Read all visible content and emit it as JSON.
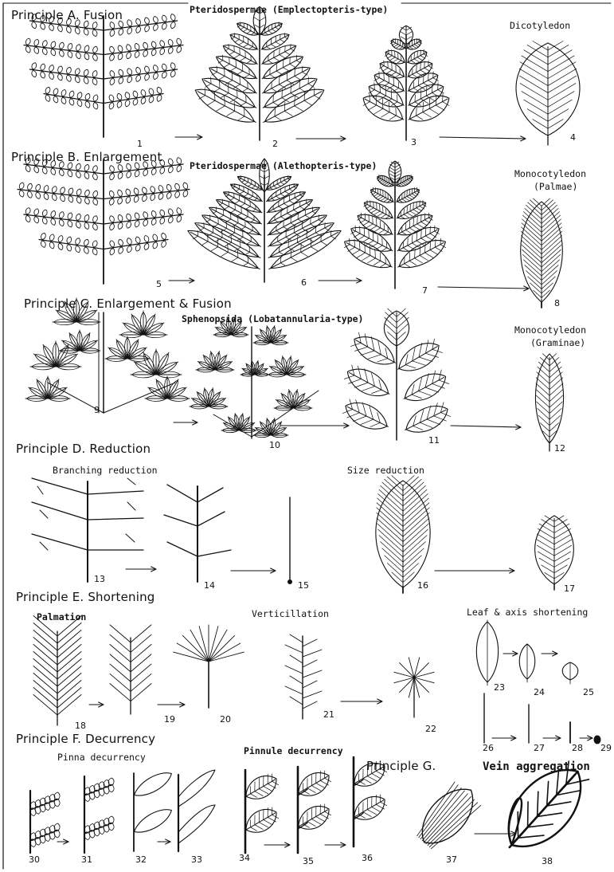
{
  "principles": {
    "A": "Principle A. Fusion",
    "B": "Principle B. Enlargement",
    "C": "Principle C. Enlargement & Fusion",
    "D": "Principle D. Reduction",
    "E": "Principle E. Shortening",
    "F": "Principle F. Decurrency",
    "G_prefix": "Principle G.",
    "G_suffix": "Vein aggregation"
  },
  "labels": {
    "pteridospermae_emplectopteris": "Pteridospermae (Emplectopteris-type)",
    "dicotyledon": "Dicotyledon",
    "pteridospermae_alethopteris": "Pteridospermae (Alethopteris-type)",
    "monocot_palmae_1": "Monocotyledon",
    "monocot_palmae_2": "(Palmae)",
    "sphenopsida": "Sphenopsida (Lobatannularia-type)",
    "monocot_graminae_1": "Monocotyledon",
    "monocot_graminae_2": "(Graminae)",
    "branching_reduction": "Branching reduction",
    "size_reduction": "Size reduction",
    "palmation": "Palmation",
    "verticillation": "Verticillation",
    "leaf_axis_shortening": "Leaf & axis shortening",
    "pinna_decurrency": "Pinna decurrency",
    "pinnule_decurrency": "Pinnule decurrency"
  },
  "figure_numbers": [
    "1",
    "2",
    "3",
    "4",
    "5",
    "6",
    "7",
    "8",
    "9",
    "10",
    "11",
    "12",
    "13",
    "14",
    "15",
    "16",
    "17",
    "18",
    "19",
    "20",
    "21",
    "22",
    "23",
    "24",
    "25",
    "26",
    "27",
    "28",
    "29",
    "30",
    "31",
    "32",
    "33",
    "34",
    "35",
    "36",
    "37",
    "38"
  ],
  "colors": {
    "ink": "#111111",
    "paper": "#ffffff"
  }
}
